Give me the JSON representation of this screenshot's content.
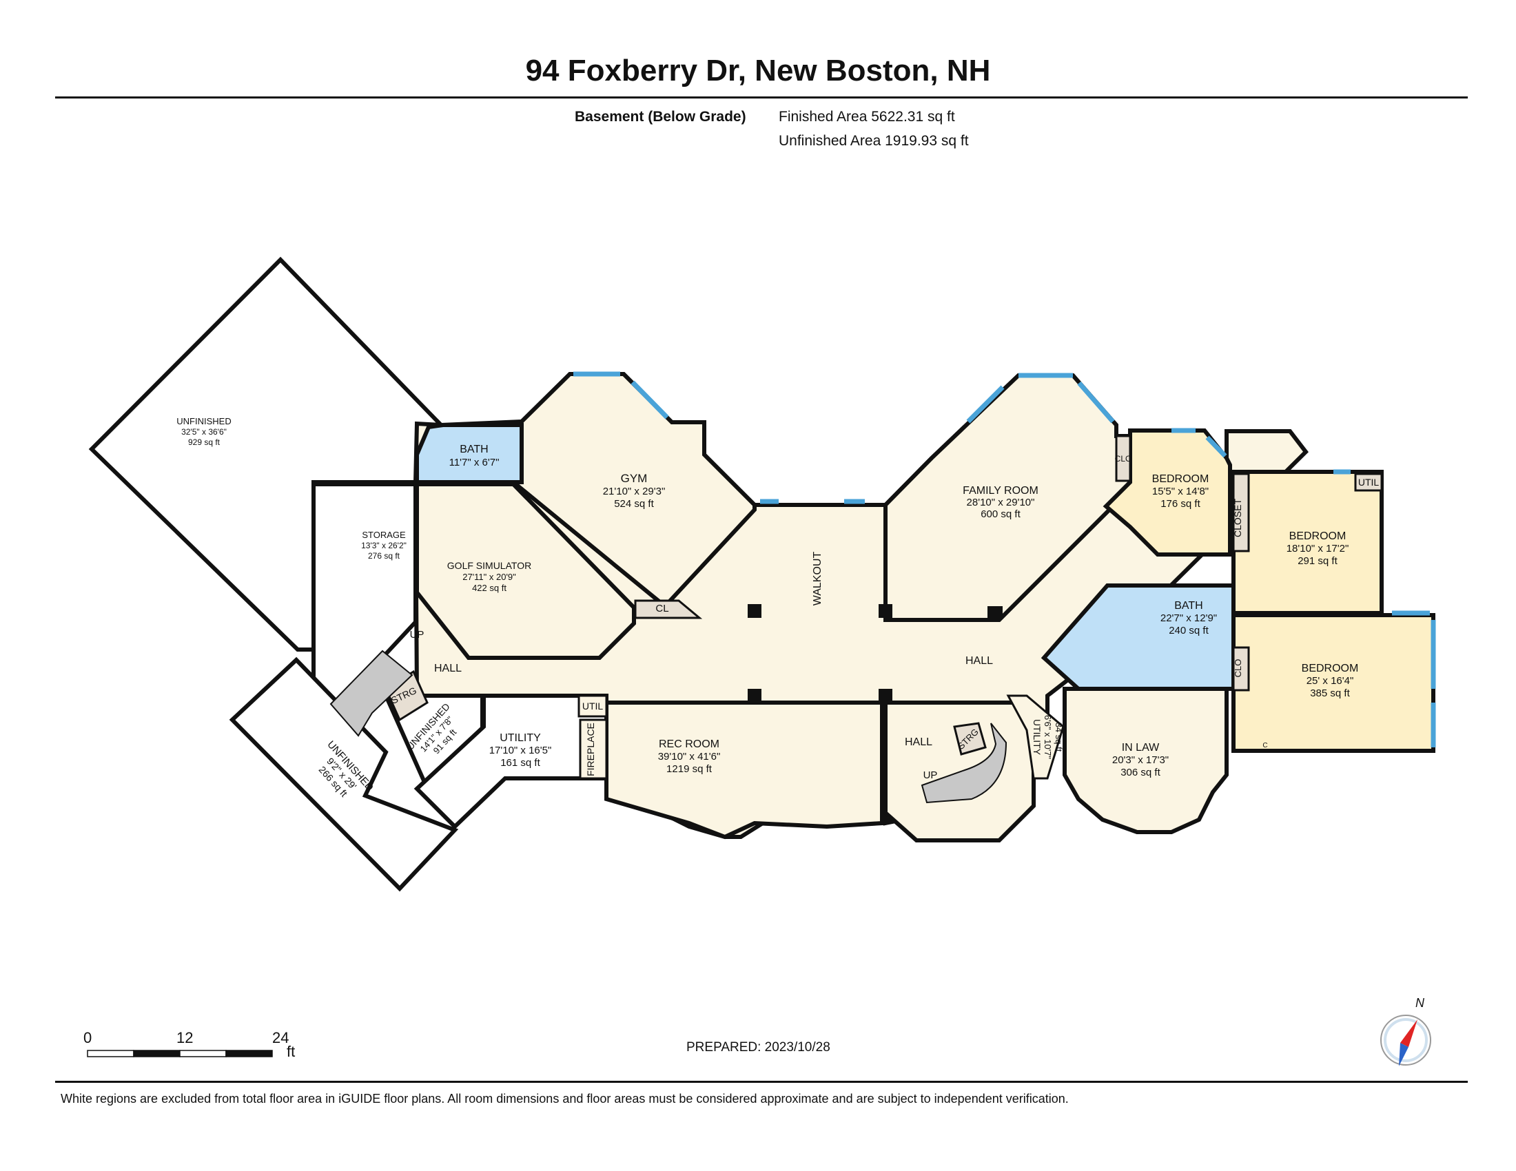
{
  "header": {
    "title": "94 Foxberry Dr, New Boston, NH",
    "level": "Basement (Below Grade)",
    "finished": "Finished Area 5622.31 sq ft",
    "unfinished": "Unfinished Area 1919.93 sq ft"
  },
  "rooms": [
    {
      "id": "unfinished-large",
      "name": "UNFINISHED",
      "dims": "32'5\" x 36'6\"",
      "area": "929 sq ft"
    },
    {
      "id": "bath-1",
      "name": "BATH",
      "dims": "11'7\" x 6'7\"",
      "area": ""
    },
    {
      "id": "gym",
      "name": "GYM",
      "dims": "21'10\" x 29'3\"",
      "area": "524 sq ft"
    },
    {
      "id": "storage",
      "name": "STORAGE",
      "dims": "13'3\" x 26'2\"",
      "area": "276 sq ft"
    },
    {
      "id": "golf",
      "name": "GOLF SIMULATOR",
      "dims": "27'11\" x 20'9\"",
      "area": "422 sq ft"
    },
    {
      "id": "family",
      "name": "FAMILY ROOM",
      "dims": "28'10\" x 29'10\"",
      "area": "600 sq ft"
    },
    {
      "id": "bedroom-1",
      "name": "BEDROOM",
      "dims": "15'5\" x 14'8\"",
      "area": "176 sq ft"
    },
    {
      "id": "bedroom-2",
      "name": "BEDROOM",
      "dims": "18'10\" x 17'2\"",
      "area": "291 sq ft"
    },
    {
      "id": "bath-2",
      "name": "BATH",
      "dims": "22'7\" x 12'9\"",
      "area": "240 sq ft"
    },
    {
      "id": "bedroom-3",
      "name": "BEDROOM",
      "dims": "25' x 16'4\"",
      "area": "385 sq ft"
    },
    {
      "id": "rec",
      "name": "REC ROOM",
      "dims": "39'10\" x 41'6\"",
      "area": "1219 sq ft"
    },
    {
      "id": "utility-1",
      "name": "UTILITY",
      "dims": "17'10\" x 16'5\"",
      "area": "161 sq ft"
    },
    {
      "id": "unfinished-small",
      "name": "UNFINISHED",
      "dims": "14'1\" x 7'8\"",
      "area": "91 sq ft"
    },
    {
      "id": "unfinished-side",
      "name": "UNFINISHED",
      "dims": "9'2\" x 29'",
      "area": "266 sq ft"
    },
    {
      "id": "in-law",
      "name": "IN LAW",
      "dims": "20'3\" x 17'3\"",
      "area": "306 sq ft"
    },
    {
      "id": "utility-2",
      "name": "UTILITY",
      "dims": "6'6\" x 10'7\"",
      "area": "34 sq ft"
    }
  ],
  "small_labels": {
    "cl": "CL",
    "clo_1": "CLO",
    "clo_2": "CLO",
    "closet": "CLOSET",
    "util_1": "UTIL",
    "util_2": "UTIL",
    "strg_1": "STRG",
    "strg_2": "STRG",
    "fireplace": "FIREPLACE",
    "walkout": "WALKOUT",
    "hall_1": "HALL",
    "hall_2": "HALL",
    "hall_3": "HALL",
    "up_1": "UP",
    "up_2": "UP",
    "c": "C"
  },
  "scale": {
    "ticks": [
      "0",
      "12",
      "24"
    ],
    "unit": "ft"
  },
  "compass": "N",
  "prepared": "PREPARED: 2023/10/28",
  "footer": "White regions are excluded from total floor area in iGUIDE floor plans. All room dimensions and floor areas must be considered approximate and are subject to independent verification.",
  "colors": {
    "finished": "#fbf5e3",
    "bedroom": "#fdf0c7",
    "bath": "#bfe0f7",
    "small": "#e7dfd3",
    "stairs": "#c8c8c8",
    "wall": "#111111",
    "window": "#4aa3d8"
  }
}
